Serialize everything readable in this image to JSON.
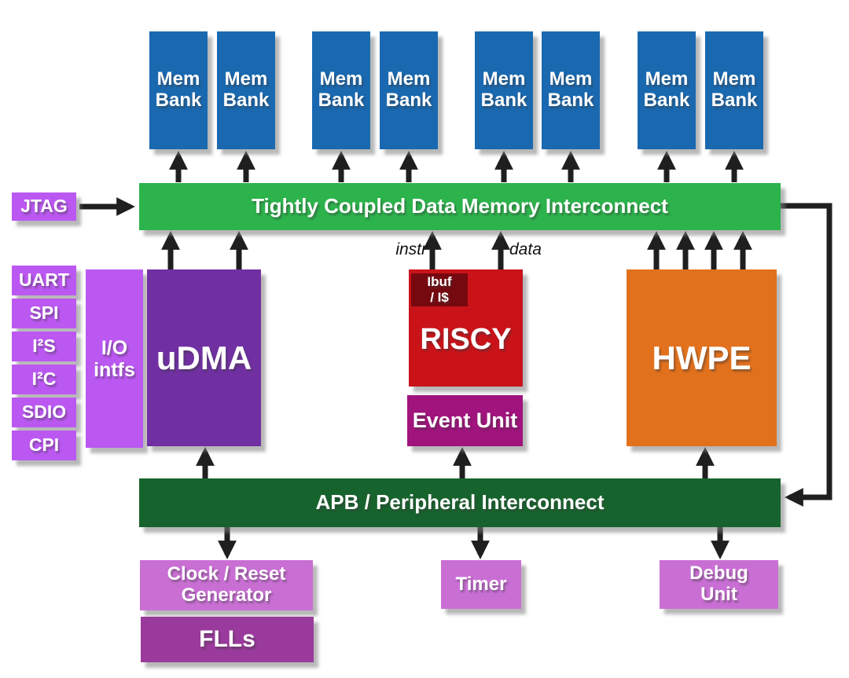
{
  "diagram": {
    "mem_banks": [
      "Mem Bank",
      "Mem Bank",
      "Mem Bank",
      "Mem Bank",
      "Mem Bank",
      "Mem Bank",
      "Mem Bank",
      "Mem Bank"
    ],
    "tcdm_label": "Tightly Coupled Data Memory Interconnect",
    "jtag_label": "JTAG",
    "io_blocks": [
      "UART",
      "SPI",
      "I²S",
      "I²C",
      "SDIO",
      "CPI"
    ],
    "io_intfs_label": "I/O intfs",
    "udma_label": "uDMA",
    "riscy_label": "RISCY",
    "ibuf": {
      "line1": "Ibuf",
      "line2": "/ I$"
    },
    "instr_label": "instr",
    "data_label": "data",
    "event_unit_label": "Event Unit",
    "hwpe_label": "HWPE",
    "apb_label": "APB / Peripheral Interconnect",
    "clock_reset_label": "Clock / Reset Generator",
    "flls_label": "FLLs",
    "timer_label": "Timer",
    "debug_unit_label": "Debug Unit",
    "colors": {
      "mem_bank_blue": "#1a69b0",
      "tcdm_green": "#2cb34c",
      "apb_dark_green": "#17632d",
      "io_violet": "#bb58f2",
      "udma_purple": "#7030a2",
      "riscy_red": "#c91319",
      "ibuf_dark_red": "#76090f",
      "event_unit_magenta": "#a1137d",
      "hwpe_orange": "#e2711d",
      "peripheral_orchid": "#c96fd4",
      "flls_plum": "#9a3a9c",
      "arrow_black": "#1f1f1f"
    }
  }
}
